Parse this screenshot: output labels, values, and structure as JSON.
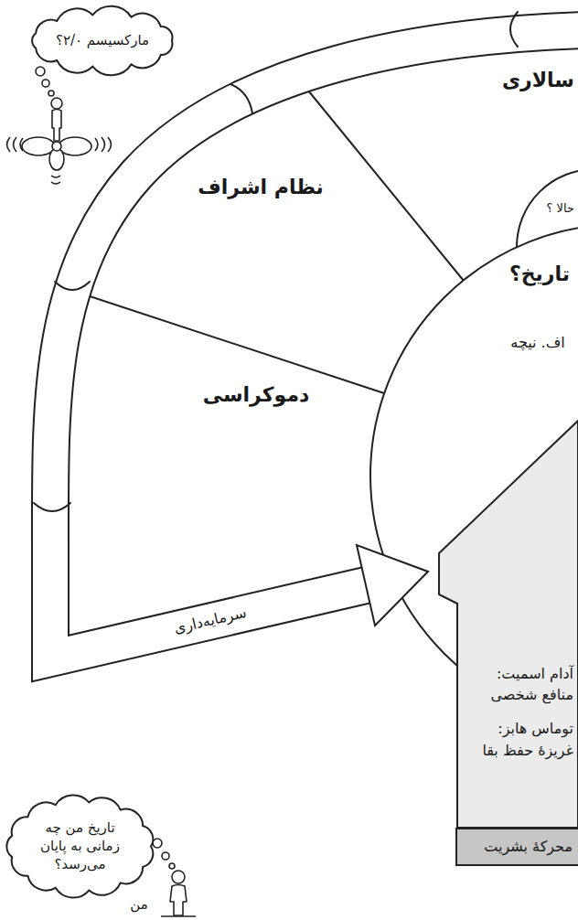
{
  "diagram": {
    "nodes": [
      {
        "text": [
          "مارکسیسم ۲/۰؟"
        ]
      },
      {
        "text": [
          "سالاری"
        ]
      },
      {
        "text": [
          "نظام اشراف"
        ]
      },
      {
        "text": [
          "حالا ؟"
        ]
      },
      {
        "text": [
          "تاریخ؟",
          "اف. نیچه"
        ]
      },
      {
        "text": [
          "دموکراسی"
        ]
      },
      {
        "text": [
          "سرمایه‌داری"
        ]
      },
      {
        "text": [
          "آدام اسمیت: منافع شخصی",
          "توماس هابز: غریزهٔ حفظ بقا"
        ]
      },
      {
        "text": [
          "محرکهٔ بشریت"
        ]
      },
      {
        "text": [
          "تاریخ من چه زمانی به پایان می‌رسد؟"
        ]
      }
    ],
    "labels": [
      "من"
    ]
  }
}
